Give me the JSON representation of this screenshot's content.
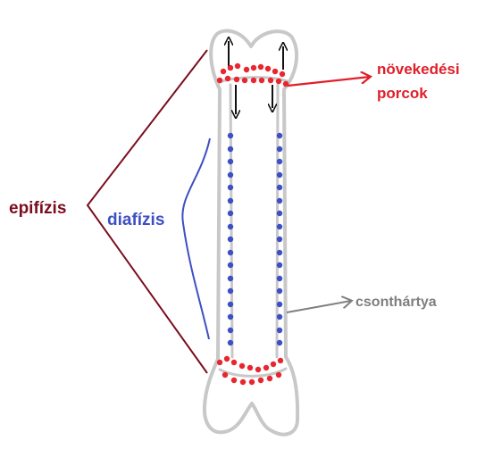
{
  "labels": {
    "epifizis": "epifízis",
    "diafizis": "diafízis",
    "novekedesi_line1": "növekedési",
    "novekedesi_line2": "porcok",
    "csonthartya": "csonthártya"
  },
  "colors": {
    "bone_outline": "#c8c8c8",
    "growth_dots": "#e8262f",
    "diaphysis_dots": "#3d4fc4",
    "epiphysis": "#7a0d1e",
    "diaphysis_label": "#3d4fc4",
    "growth_label": "#e01f2a",
    "periosteum_label": "#7f7f7f",
    "arrows": "#111111"
  }
}
